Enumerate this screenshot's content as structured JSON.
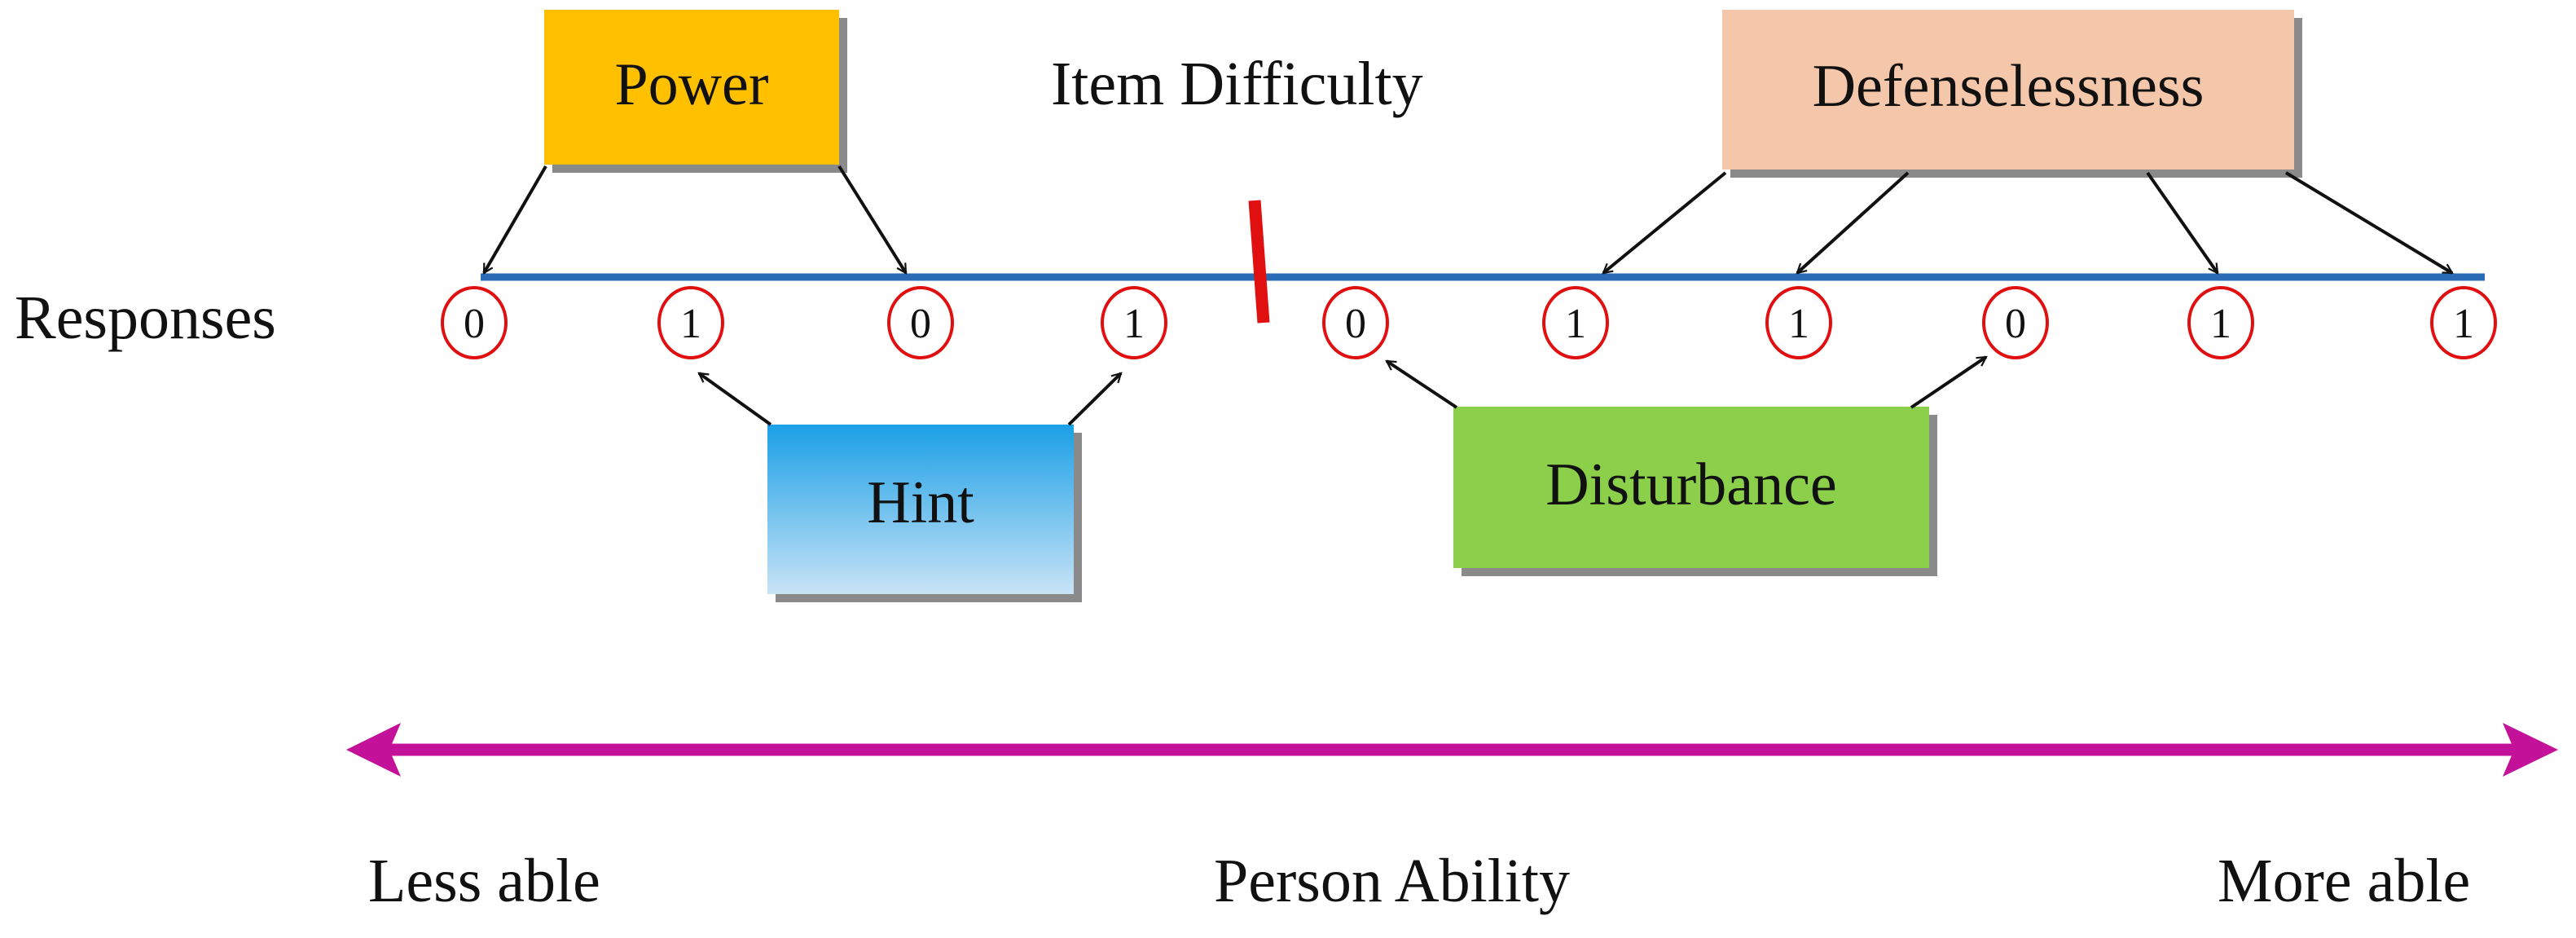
{
  "diagram": {
    "item_difficulty_label": "Item Difficulty",
    "responses_label": "Responses",
    "responses": [
      "0",
      "1",
      "0",
      "1",
      "0",
      "1",
      "1",
      "0",
      "1",
      "1"
    ],
    "groups": {
      "power": {
        "label": "Power",
        "color": "#ffc000"
      },
      "defenselessness": {
        "label": "Defenselessness",
        "color": "#f4c6aa"
      },
      "hint": {
        "label": "Hint",
        "color_top": "#1ba0e6",
        "color_bottom": "#c8e3f6"
      },
      "disturbance": {
        "label": "Disturbance",
        "color": "#8bcf4a"
      }
    },
    "ability_axis": {
      "label": "Person Ability",
      "left_label": "Less able",
      "right_label": "More able",
      "color": "#c4119a"
    },
    "colors": {
      "response_line": "#2a6bb6",
      "response_circle": "#e01010",
      "difficulty_marker": "#e01010",
      "arrow": "#111111",
      "box_shadow": "#8a8a8a"
    }
  }
}
